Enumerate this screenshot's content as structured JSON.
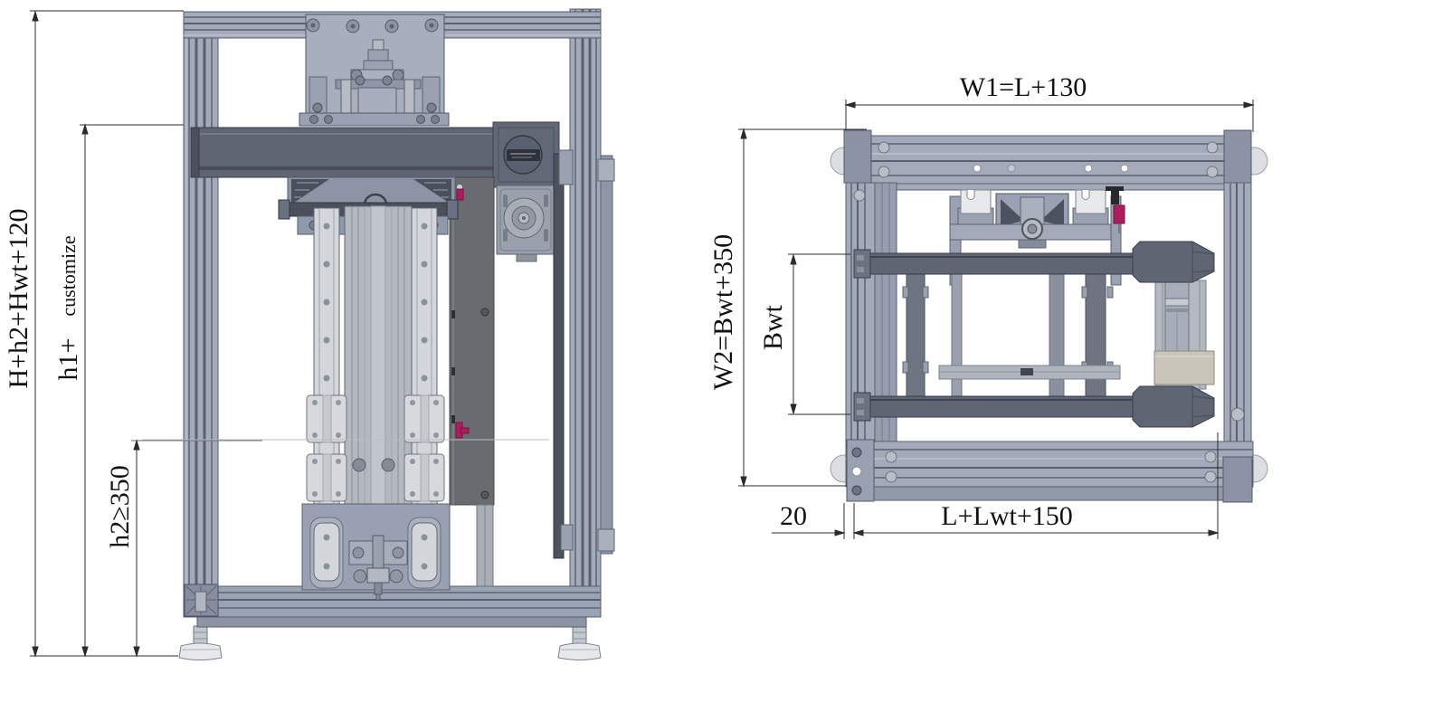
{
  "dims": {
    "overall_height": "H+h2+Hwt+120",
    "h1_prefix": "h1+",
    "h1_suffix": "customize",
    "h2": "h2≥350",
    "w1": "W1=L+130",
    "w2": "W2=Bwt+350",
    "bwt": "Bwt",
    "edge_offset": "20",
    "length": "L+Lwt+150"
  },
  "colors": {
    "background": "#ffffff",
    "frame_light": "#a3abba",
    "frame_medium": "#8d93a6",
    "machine_dark": "#5f6573",
    "plate_dark": "#686c70",
    "column_light": "#b4b9c0",
    "rail_light": "#d3d6da",
    "beige_box": "#c9c5ba",
    "accent_red": "#ad1d5e",
    "dimension_line": "#2b2b2b"
  }
}
